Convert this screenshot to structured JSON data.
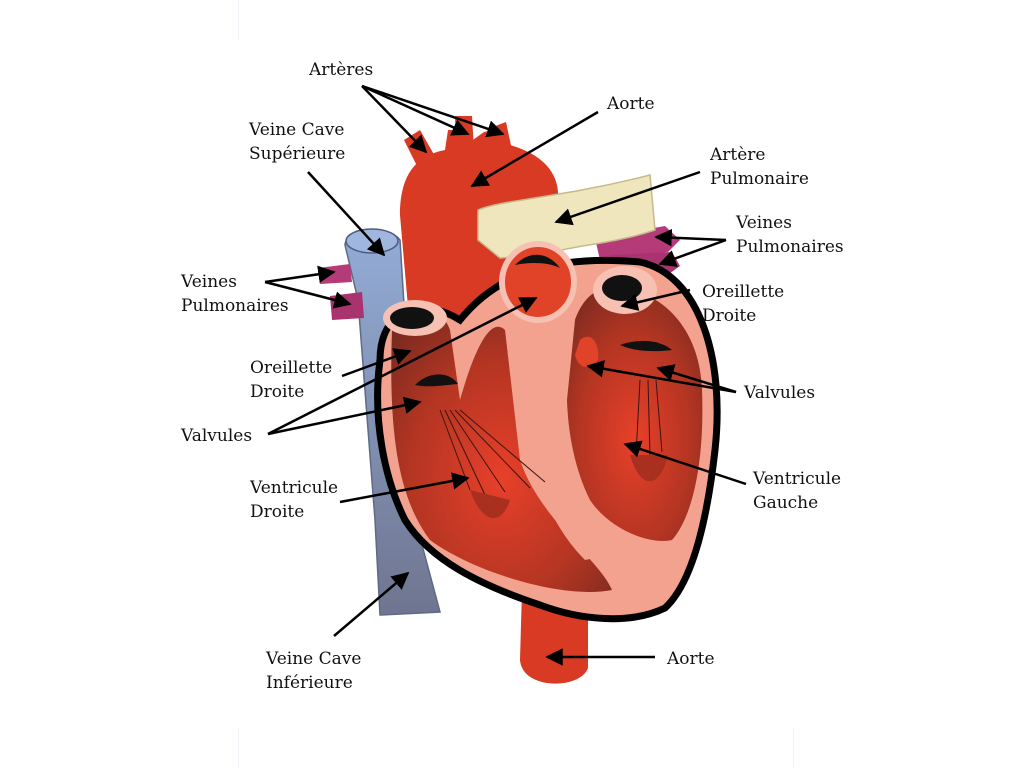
{
  "colors": {
    "aorta_red": "#d93a24",
    "heart_inner": "#8c2a1e",
    "heart_wall": "#f2a28e",
    "pulmonary_artery": "#efe6bd",
    "vena_cava_blue": "#8ea5cf",
    "vena_cava_lower": "#7c84a2",
    "pulmonary_veins": "#b53a78",
    "outline": "#000000"
  },
  "labels": {
    "arteres": "Artères",
    "aorte_top": "Aorte",
    "veine_cave_sup_1": "Veine Cave",
    "veine_cave_sup_2": "Supérieure",
    "artere_pulm_1": "Artère",
    "artere_pulm_2": "Pulmonaire",
    "veines_pulm_right_1": "Veines",
    "veines_pulm_right_2": "Pulmonaires",
    "veines_pulm_left_1": "Veines",
    "veines_pulm_left_2": "Pulmonaires",
    "oreillette_right_1": "Oreillette",
    "oreillette_right_2": "Droite",
    "oreillette_left_1": "Oreillette",
    "oreillette_left_2": "Droite",
    "valvules_right": "Valvules",
    "valvules_left": "Valvules",
    "ventricule_gauche_1": "Ventricule",
    "ventricule_gauche_2": "Gauche",
    "ventricule_droite_1": "Ventricule",
    "ventricule_droite_2": "Droite",
    "veine_cave_inf_1": "Veine Cave",
    "veine_cave_inf_2": "Inférieure",
    "aorte_bottom": "Aorte"
  }
}
